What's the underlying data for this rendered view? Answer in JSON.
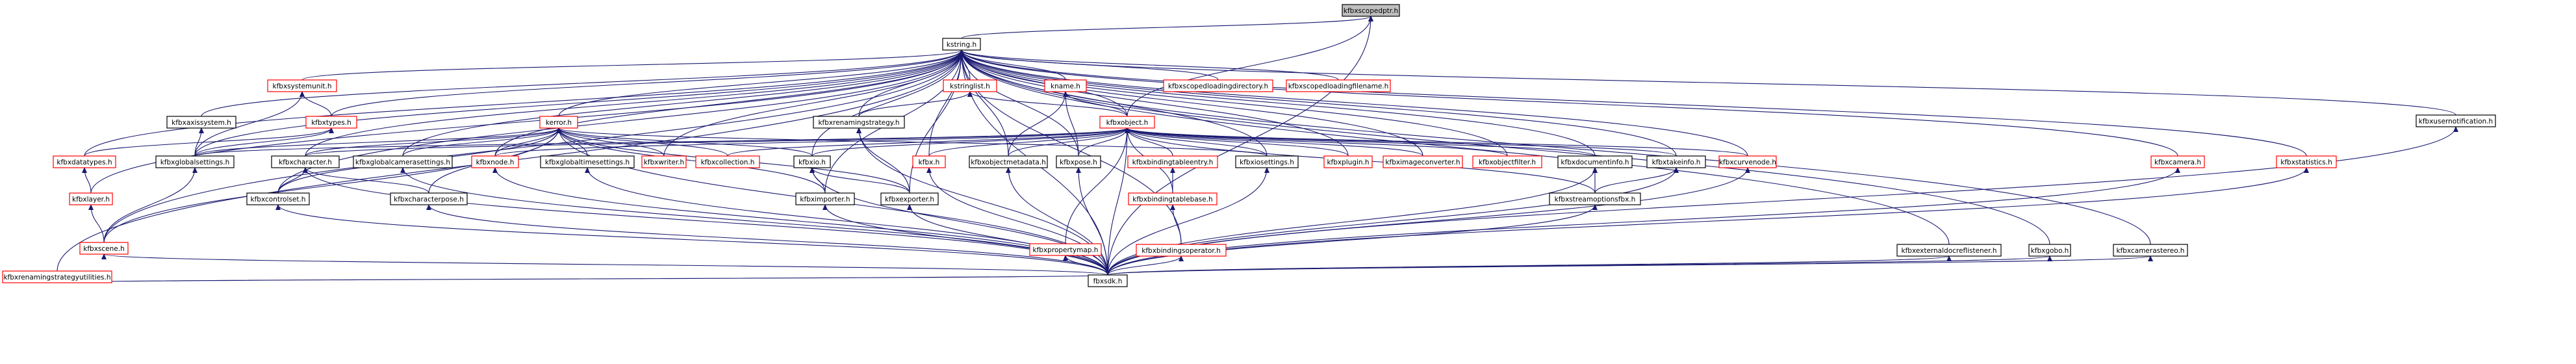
{
  "diagram": {
    "colors": {
      "edge": "#191970",
      "ok_border": "#000000",
      "missing_border": "#ff0000",
      "root_fill": "#bfbfbf",
      "node_fill": "#ffffff"
    },
    "nodes": [
      {
        "id": "kfbxscopedptr",
        "label": "kfbxscopedptr.h",
        "style": "root"
      },
      {
        "id": "kstring",
        "label": "kstring.h",
        "style": "ok"
      },
      {
        "id": "kfbxsystemunit",
        "label": "kfbxsystemunit.h",
        "style": "missing"
      },
      {
        "id": "kstringlist",
        "label": "kstringlist.h",
        "style": "missing"
      },
      {
        "id": "kname",
        "label": "kname.h",
        "style": "missing"
      },
      {
        "id": "kfbxscopedloadingdirectory",
        "label": "kfbxscopedloadingdirectory.h",
        "style": "missing"
      },
      {
        "id": "kfbxscopedloadingfilename",
        "label": "kfbxscopedloadingfilename.h",
        "style": "missing"
      },
      {
        "id": "kfbxusernotification",
        "label": "kfbxusernotification.h",
        "style": "ok"
      },
      {
        "id": "kfbxaxissystem",
        "label": "kfbxaxissystem.h",
        "style": "ok"
      },
      {
        "id": "kfbxtypes",
        "label": "kfbxtypes.h",
        "style": "missing"
      },
      {
        "id": "kerror",
        "label": "kerror.h",
        "style": "missing"
      },
      {
        "id": "kfbxrenamingstrategy",
        "label": "kfbxrenamingstrategy.h",
        "style": "ok"
      },
      {
        "id": "kfbxobject",
        "label": "kfbxobject.h",
        "style": "missing"
      },
      {
        "id": "kfbxcamera",
        "label": "kfbxcamera.h",
        "style": "missing"
      },
      {
        "id": "kfbxstatistics",
        "label": "kfbxstatistics.h",
        "style": "missing"
      },
      {
        "id": "kfbxdatatypes",
        "label": "kfbxdatatypes.h",
        "style": "missing"
      },
      {
        "id": "kfbxglobalsettings",
        "label": "kfbxglobalsettings.h",
        "style": "ok"
      },
      {
        "id": "kfbxcharacter",
        "label": "kfbxcharacter.h",
        "style": "ok"
      },
      {
        "id": "kfbxglobalcamerasettings",
        "label": "kfbxglobalcamerasettings.h",
        "style": "ok"
      },
      {
        "id": "kfbxnode",
        "label": "kfbxnode.h",
        "style": "missing"
      },
      {
        "id": "kfbxglobaltimesettings",
        "label": "kfbxglobaltimesettings.h",
        "style": "ok"
      },
      {
        "id": "kfbxwriter",
        "label": "kfbxwriter.h",
        "style": "missing"
      },
      {
        "id": "kfbxcollection",
        "label": "kfbxcollection.h",
        "style": "missing"
      },
      {
        "id": "kfbxio",
        "label": "kfbxio.h",
        "style": "ok"
      },
      {
        "id": "kfbx",
        "label": "kfbx.h",
        "style": "missing"
      },
      {
        "id": "kfbxobjectmetadata",
        "label": "kfbxobjectmetadata.h",
        "style": "ok"
      },
      {
        "id": "kfbxpose",
        "label": "kfbxpose.h",
        "style": "ok"
      },
      {
        "id": "kfbxbindingtableentry",
        "label": "kfbxbindingtableentry.h",
        "style": "missing"
      },
      {
        "id": "kfbxiosettings",
        "label": "kfbxiosettings.h",
        "style": "ok"
      },
      {
        "id": "kfbxplugin",
        "label": "kfbxplugin.h",
        "style": "missing"
      },
      {
        "id": "kfbximageconverter",
        "label": "kfbximageconverter.h",
        "style": "missing"
      },
      {
        "id": "kfbxobjectfilter",
        "label": "kfbxobjectfilter.h",
        "style": "missing"
      },
      {
        "id": "kfbxdocumentinfo",
        "label": "kfbxdocumentinfo.h",
        "style": "ok"
      },
      {
        "id": "kfbxtakeinfo",
        "label": "kfbxtakeinfo.h",
        "style": "ok"
      },
      {
        "id": "kfbxcurvenode",
        "label": "kfbxcurvenode.h",
        "style": "missing"
      },
      {
        "id": "kfbxlayer",
        "label": "kfbxlayer.h",
        "style": "missing"
      },
      {
        "id": "kfbxcontrolset",
        "label": "kfbxcontrolset.h",
        "style": "ok"
      },
      {
        "id": "kfbxcharacterpose",
        "label": "kfbxcharacterpose.h",
        "style": "ok"
      },
      {
        "id": "kfbximporter",
        "label": "kfbximporter.h",
        "style": "ok"
      },
      {
        "id": "kfbxexporter",
        "label": "kfbxexporter.h",
        "style": "ok"
      },
      {
        "id": "kfbxbindingtablebase",
        "label": "kfbxbindingtablebase.h",
        "style": "missing"
      },
      {
        "id": "kfbxstreamoptionsfbx",
        "label": "kfbxstreamoptionsfbx.h",
        "style": "ok"
      },
      {
        "id": "kfbxscene",
        "label": "kfbxscene.h",
        "style": "missing"
      },
      {
        "id": "kfbxpropertymap",
        "label": "kfbxpropertymap.h",
        "style": "missing"
      },
      {
        "id": "kfbxbindingsoperator",
        "label": "kfbxbindingsoperator.h",
        "style": "missing"
      },
      {
        "id": "kfbxexternaldocreflistener",
        "label": "kfbxexternaldocreflistener.h",
        "style": "ok"
      },
      {
        "id": "kfbxgobo",
        "label": "kfbxgobo.h",
        "style": "ok"
      },
      {
        "id": "kfbxcamerastereo",
        "label": "kfbxcamerastereo.h",
        "style": "ok"
      },
      {
        "id": "kfbxrenamingstrategyutilities",
        "label": "kfbxrenamingstrategyutilities.h",
        "style": "missing"
      },
      {
        "id": "kfbxsdk",
        "label": "fbxsdk.h",
        "style": "ok"
      }
    ],
    "edges": [
      [
        "kfbxscopedptr",
        "kstring"
      ],
      [
        "kfbxscopedptr",
        "kfbxobject"
      ],
      [
        "kfbxscopedptr",
        "kfbxsdk"
      ],
      [
        "kstring",
        "kfbxsystemunit"
      ],
      [
        "kstring",
        "kstringlist"
      ],
      [
        "kstring",
        "kname"
      ],
      [
        "kstring",
        "kfbxscopedloadingdirectory"
      ],
      [
        "kstring",
        "kfbxscopedloadingfilename"
      ],
      [
        "kstring",
        "kfbxusernotification"
      ],
      [
        "kstring",
        "kfbxaxissystem"
      ],
      [
        "kstring",
        "kfbxtypes"
      ],
      [
        "kstring",
        "kerror"
      ],
      [
        "kstring",
        "kfbxrenamingstrategy"
      ],
      [
        "kstring",
        "kfbxobject"
      ],
      [
        "kstring",
        "kfbxcamera"
      ],
      [
        "kstring",
        "kfbxstatistics"
      ],
      [
        "kstring",
        "kfbxdatatypes"
      ],
      [
        "kstring",
        "kfbxglobalsettings"
      ],
      [
        "kstring",
        "kfbxcharacter"
      ],
      [
        "kstring",
        "kfbxglobalcamerasettings"
      ],
      [
        "kstring",
        "kfbxnode"
      ],
      [
        "kstring",
        "kfbxwriter"
      ],
      [
        "kstring",
        "kfbxio"
      ],
      [
        "kstring",
        "kfbx"
      ],
      [
        "kstring",
        "kfbxobjectmetadata"
      ],
      [
        "kstring",
        "kfbxpose"
      ],
      [
        "kstring",
        "kfbxiosettings"
      ],
      [
        "kstring",
        "kfbxplugin"
      ],
      [
        "kstring",
        "kfbximageconverter"
      ],
      [
        "kstring",
        "kfbxobjectfilter"
      ],
      [
        "kstring",
        "kfbxdocumentinfo"
      ],
      [
        "kstring",
        "kfbxtakeinfo"
      ],
      [
        "kstring",
        "kfbxcurvenode"
      ],
      [
        "kstring",
        "kfbxlayer"
      ],
      [
        "kstring",
        "kfbxcontrolset"
      ],
      [
        "kstring",
        "kfbximporter"
      ],
      [
        "kstring",
        "kfbxexporter"
      ],
      [
        "kstring",
        "kfbxscene"
      ],
      [
        "kstring",
        "kfbxbindingsoperator"
      ],
      [
        "kstring",
        "kfbxexternaldocreflistener"
      ],
      [
        "kstring",
        "kfbxgobo"
      ],
      [
        "kstring",
        "kfbxcamerastereo"
      ],
      [
        "kstring",
        "kfbxrenamingstrategyutilities"
      ],
      [
        "kstring",
        "kfbxsdk"
      ],
      [
        "kfbxsystemunit",
        "kfbxtypes"
      ],
      [
        "kfbxsystemunit",
        "kfbxglobalsettings"
      ],
      [
        "kfbxaxissystem",
        "kfbxglobalsettings"
      ],
      [
        "kfbxtypes",
        "kfbxglobalsettings"
      ],
      [
        "kfbxtypes",
        "kfbxdatatypes"
      ],
      [
        "kstringlist",
        "kfbxrenamingstrategy"
      ],
      [
        "kstringlist",
        "kfbxobject"
      ],
      [
        "kname",
        "kfbxobject"
      ],
      [
        "kname",
        "kfbxobjectmetadata"
      ],
      [
        "kname",
        "kfbxpose"
      ],
      [
        "kerror",
        "kfbxglobalsettings"
      ],
      [
        "kerror",
        "kfbxcharacter"
      ],
      [
        "kerror",
        "kfbxglobalcamerasettings"
      ],
      [
        "kerror",
        "kfbxnode"
      ],
      [
        "kerror",
        "kfbxglobaltimesettings"
      ],
      [
        "kerror",
        "kfbxwriter"
      ],
      [
        "kerror",
        "kfbxcollection"
      ],
      [
        "kerror",
        "kfbxio"
      ],
      [
        "kerror",
        "kfbxiosettings"
      ],
      [
        "kerror",
        "kfbxscene"
      ],
      [
        "kerror",
        "kfbxcontrolset"
      ],
      [
        "kerror",
        "kfbxcharacterpose"
      ],
      [
        "kerror",
        "kfbximporter"
      ],
      [
        "kerror",
        "kfbxexporter"
      ],
      [
        "kerror",
        "kfbxsdk"
      ],
      [
        "kfbxrenamingstrategy",
        "kfbxexporter"
      ],
      [
        "kfbxrenamingstrategy",
        "kfbxsdk"
      ],
      [
        "kfbxobject",
        "kfbxglobalsettings"
      ],
      [
        "kfbxobject",
        "kfbxcharacter"
      ],
      [
        "kfbxobject",
        "kfbxnode"
      ],
      [
        "kfbxobject",
        "kfbxcollection"
      ],
      [
        "kfbxobject",
        "kfbxio"
      ],
      [
        "kfbxobject",
        "kfbx"
      ],
      [
        "kfbxobject",
        "kfbxobjectmetadata"
      ],
      [
        "kfbxobject",
        "kfbxpose"
      ],
      [
        "kfbxobject",
        "kfbxbindingtableentry"
      ],
      [
        "kfbxobject",
        "kfbxiosettings"
      ],
      [
        "kfbxobject",
        "kfbxplugin"
      ],
      [
        "kfbxobject",
        "kfbximageconverter"
      ],
      [
        "kfbxobject",
        "kfbxobjectfilter"
      ],
      [
        "kfbxobject",
        "kfbxdocumentinfo"
      ],
      [
        "kfbxobject",
        "kfbxtakeinfo"
      ],
      [
        "kfbxobject",
        "kfbxcurvenode"
      ],
      [
        "kfbxobject",
        "kfbxbindingtablebase"
      ],
      [
        "kfbxobject",
        "kfbxstreamoptionsfbx"
      ],
      [
        "kfbxobject",
        "kfbxpropertymap"
      ],
      [
        "kfbxobject",
        "kfbxsdk"
      ],
      [
        "kfbxcamera",
        "kfbxsdk"
      ],
      [
        "kfbxstatistics",
        "kfbxsdk"
      ],
      [
        "kfbxusernotification",
        "kfbxsdk"
      ],
      [
        "kfbxdatatypes",
        "kfbxlayer"
      ],
      [
        "kfbxlayer",
        "kfbxscene"
      ],
      [
        "kfbxglobalsettings",
        "kfbxscene"
      ],
      [
        "kfbxcharacter",
        "kfbxcontrolset"
      ],
      [
        "kfbxcharacter",
        "kfbxcharacterpose"
      ],
      [
        "kfbxcharacter",
        "kfbxsdk"
      ],
      [
        "kfbxglobalcamerasettings",
        "kfbxsdk"
      ],
      [
        "kfbxnode",
        "kfbxsdk"
      ],
      [
        "kfbxglobaltimesettings",
        "kfbxsdk"
      ],
      [
        "kfbxio",
        "kfbximporter"
      ],
      [
        "kfbxio",
        "kfbxexporter"
      ],
      [
        "kfbxio",
        "kfbxsdk"
      ],
      [
        "kfbx",
        "kfbxsdk"
      ],
      [
        "kfbxobjectmetadata",
        "kfbxsdk"
      ],
      [
        "kfbxpose",
        "kfbxsdk"
      ],
      [
        "kfbxbindingtableentry",
        "kfbxbindingtablebase"
      ],
      [
        "kfbxbindingtablebase",
        "kfbxbindingsoperator"
      ],
      [
        "kfbxiosettings",
        "kfbxsdk"
      ],
      [
        "kfbxdocumentinfo",
        "kfbxstreamoptionsfbx"
      ],
      [
        "kfbxdocumentinfo",
        "kfbxsdk"
      ],
      [
        "kfbxtakeinfo",
        "kfbxstreamoptionsfbx"
      ],
      [
        "kfbxtakeinfo",
        "kfbxsdk"
      ],
      [
        "kfbxcurvenode",
        "kfbxsdk"
      ],
      [
        "kfbxcontrolset",
        "kfbxsdk"
      ],
      [
        "kfbxcharacterpose",
        "kfbxsdk"
      ],
      [
        "kfbximporter",
        "kfbxsdk"
      ],
      [
        "kfbxexporter",
        "kfbxsdk"
      ],
      [
        "kfbxstreamoptionsfbx",
        "kfbxsdk"
      ],
      [
        "kfbxscene",
        "kfbxsdk"
      ],
      [
        "kfbxpropertymap",
        "kfbxsdk"
      ],
      [
        "kfbxbindingsoperator",
        "kfbxsdk"
      ],
      [
        "kfbxexternaldocreflistener",
        "kfbxsdk"
      ],
      [
        "kfbxgobo",
        "kfbxsdk"
      ],
      [
        "kfbxcamerastereo",
        "kfbxsdk"
      ],
      [
        "kfbxrenamingstrategyutilities",
        "kfbxsdk"
      ]
    ]
  }
}
